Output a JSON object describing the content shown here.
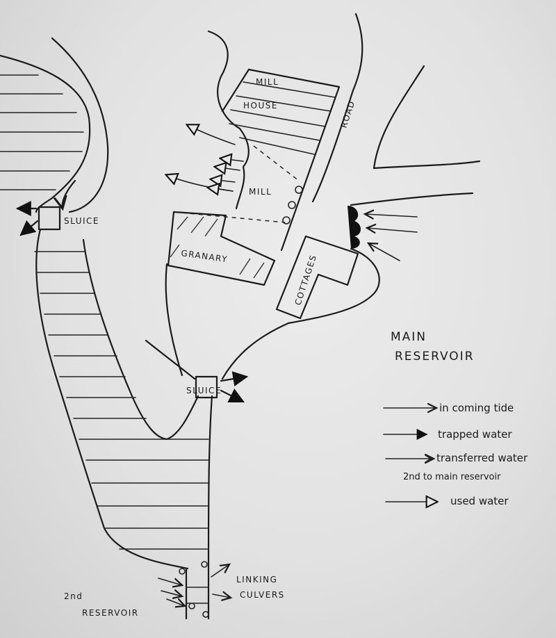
{
  "labels": {
    "mill": "MILL",
    "house": "HOUSE",
    "road": "ROAD",
    "mill_wheel": "MILL",
    "sluice_upper": "SLUICE",
    "sluice_lower": "SLUICE",
    "granary": "GRANARY",
    "cottages": "COTTAGES",
    "main_reservoir_1": "MAIN",
    "main_reservoir_2": "RESERVOIR",
    "second_reservoir_1": "2nd",
    "second_reservoir_2": "RESERVOIR",
    "linking_1": "LINKING",
    "linking_2": "CULVERS"
  },
  "legend": [
    {
      "label": "in coming tide",
      "symbol": "open-arrow"
    },
    {
      "label": "trapped water",
      "symbol": "filled-arrow"
    },
    {
      "label": "transferred water",
      "symbol": "double-arrow"
    },
    {
      "label": "2nd to main reservoir",
      "symbol": "none"
    },
    {
      "label": "used water",
      "symbol": "hollow-triangle-arrow"
    }
  ]
}
